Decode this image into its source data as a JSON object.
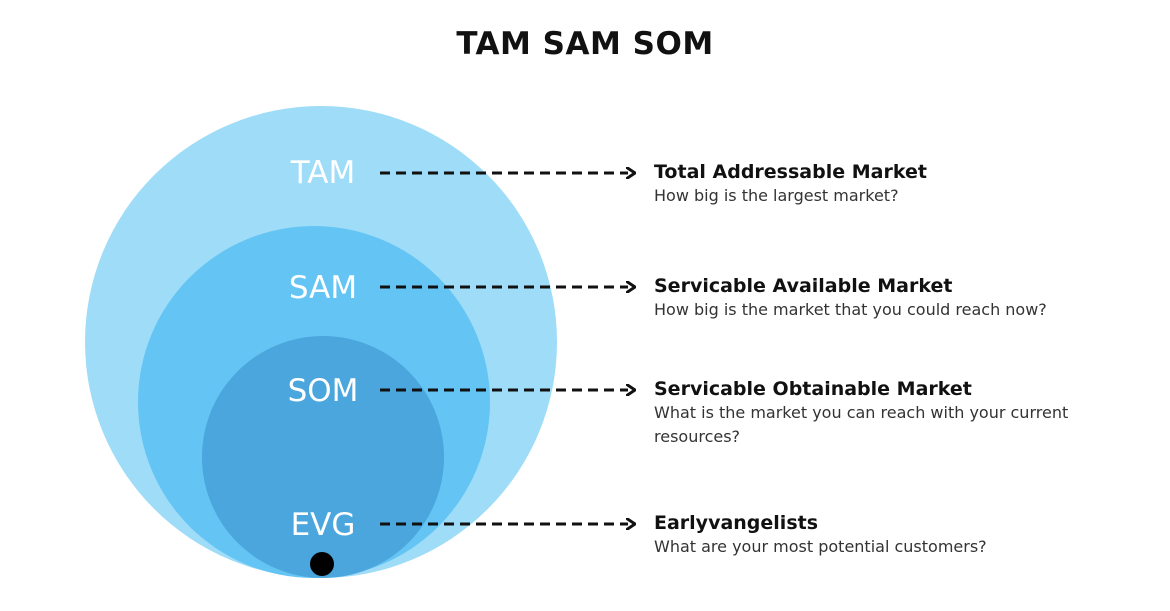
{
  "title": "TAM SAM SOM",
  "colors": {
    "tam": "#9edcf8",
    "sam": "#64c4f4",
    "som": "#4aa6dc",
    "arrow": "#111111",
    "dot": "#000000"
  },
  "levels": [
    {
      "label": "TAM",
      "title": "Total Addressable Market",
      "description": "How big is the largest market?"
    },
    {
      "label": "SAM",
      "title": "Servicable Available Market",
      "description": "How big is the market that you could reach now?"
    },
    {
      "label": "SOM",
      "title": "Servicable Obtainable Market",
      "description": "What is the market you can reach with your current resources?"
    },
    {
      "label": "EVG",
      "title": "Earlyvangelists",
      "description": "What are your most potential customers?"
    }
  ]
}
